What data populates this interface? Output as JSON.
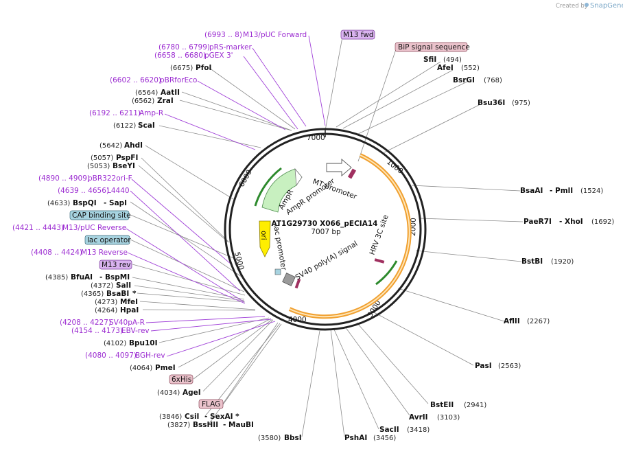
{
  "watermark": {
    "created_by": "Created by",
    "brand": "SnapGene"
  },
  "plasmid": {
    "name": "AT1G29730 X066_pECIA14",
    "size_label": "7007 bp"
  },
  "ring_ticks": [
    "1000",
    "2000",
    "3000",
    "4000",
    "5000",
    "6000",
    "7000"
  ],
  "inner_features": {
    "mt_promoter": "MT promoter",
    "hrv": "HRV 3C site",
    "sv40": "SV40 poly(A) signal",
    "ampr": "AmpR",
    "ampr_promoter": "AmpR promoter",
    "ori": "ori",
    "lac_promoter": "lac promoter"
  },
  "right_sites": [
    {
      "name": "SfiI",
      "pos": "(494)"
    },
    {
      "name": "AfeI",
      "pos": "(552)"
    },
    {
      "name": "BsrGI",
      "pos": "(768)"
    },
    {
      "name": "Bsu36I",
      "pos": "(975)"
    },
    {
      "name": "BsaAI",
      "extra": "- PmlI",
      "pos": "(1524)"
    },
    {
      "name": "PaeR7I",
      "extra": "- XhoI",
      "pos": "(1692)"
    },
    {
      "name": "BstBI",
      "pos": "(1920)"
    },
    {
      "name": "AflII",
      "pos": "(2267)"
    },
    {
      "name": "PasI",
      "pos": "(2563)"
    },
    {
      "name": "BstEII",
      "pos": "(2941)"
    },
    {
      "name": "AvrII",
      "pos": "(3103)"
    },
    {
      "name": "SacII",
      "pos": "(3418)"
    },
    {
      "name": "PshAI",
      "pos": "(3456)"
    },
    {
      "name": "BbsI",
      "pos": "(3580)"
    }
  ],
  "right_tags": {
    "m13_fwd": "M13 fwd",
    "bip": "BiP signal sequence"
  },
  "left_primers": [
    {
      "range": "(6993 .. 8)",
      "name": "M13/pUC Forward"
    },
    {
      "range": "(6780 .. 6799)",
      "name": "pRS-marker"
    },
    {
      "range": "(6658 .. 6680)",
      "name": "pGEX 3'"
    },
    {
      "range": "(6602 .. 6620)",
      "name": "pBRforEco"
    },
    {
      "range": "(6192 .. 6211)",
      "name": "Amp-R"
    },
    {
      "range": "(4890 .. 4909)",
      "name": "pBR322ori-F"
    },
    {
      "range": "(4639 .. 4656)",
      "name": "L4440"
    },
    {
      "range": "(4421 .. 4443)",
      "name": "M13/pUC Reverse"
    },
    {
      "range": "(4408 .. 4424)",
      "name": "M13 Reverse"
    },
    {
      "range": "(4208 .. 4227)",
      "name": "SV40pA-R"
    },
    {
      "range": "(4154 .. 4173)",
      "name": "EBV-rev"
    },
    {
      "range": "(4080 .. 4097)",
      "name": "BGH-rev"
    }
  ],
  "left_sites": [
    {
      "pos": "(6675)",
      "name": "PfoI"
    },
    {
      "pos": "(6564)",
      "name": "AatII"
    },
    {
      "pos": "(6562)",
      "name": "ZraI"
    },
    {
      "pos": "(6122)",
      "name": "ScaI"
    },
    {
      "pos": "(5642)",
      "name": "AhdI"
    },
    {
      "pos": "(5057)",
      "name": "PspFI"
    },
    {
      "pos": "(5053)",
      "name": "BseYI"
    },
    {
      "pos": "(4633)",
      "name": "BspQI",
      "extra": "- SapI"
    },
    {
      "pos": "(4385)",
      "name": "BfuAI",
      "extra": "- BspMI"
    },
    {
      "pos": "(4372)",
      "name": "SalI"
    },
    {
      "pos": "(4365)",
      "name": "BsaBI",
      "extra": "*"
    },
    {
      "pos": "(4273)",
      "name": "MfeI"
    },
    {
      "pos": "(4264)",
      "name": "HpaI"
    },
    {
      "pos": "(4102)",
      "name": "Bpu10I"
    },
    {
      "pos": "(4064)",
      "name": "PmeI"
    },
    {
      "pos": "(4034)",
      "name": "AgeI"
    },
    {
      "pos": "(3846)",
      "name": "CsiI",
      "extra": "- SexAI *"
    },
    {
      "pos": "(3827)",
      "name": "BssHII",
      "extra": "- MauBI"
    }
  ],
  "left_tags": {
    "cap": "CAP binding site",
    "lac_operator": "lac operator",
    "m13_rev": "M13 rev",
    "his": "6xHis",
    "flag": "FLAG"
  },
  "colors": {
    "primer": "#9b2bd1",
    "ring": "#222222",
    "orf": "#f0a030",
    "ampr": "#c8f0c0",
    "ori": "#ffee00",
    "cap": "#a7d3e0",
    "tag_purple": "#d9b3ef",
    "tag_pink": "#ebc3cc"
  }
}
